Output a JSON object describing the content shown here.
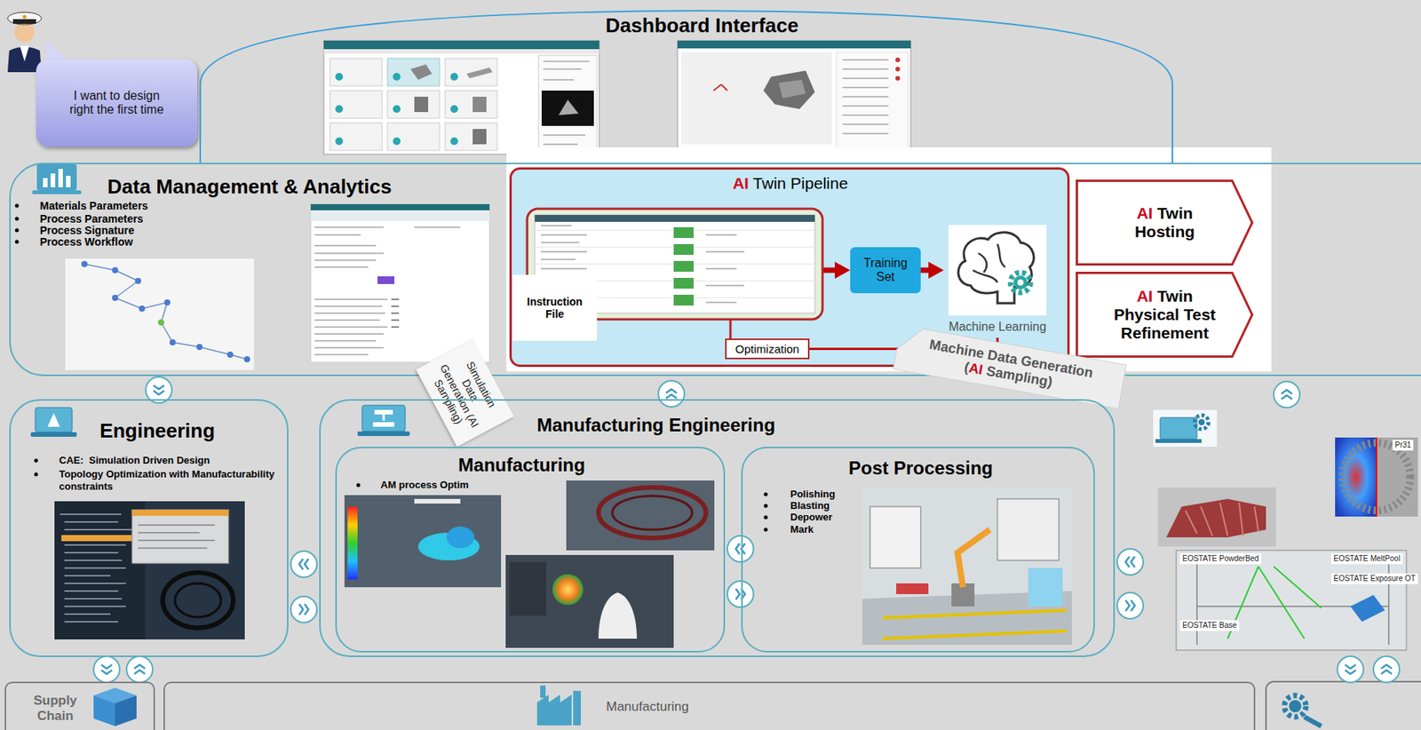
{
  "diagram": {
    "nodes": [
      {
        "text": [
          "I want to design right the first time"
        ]
      },
      {
        "text": [
          "Dashboard Interface"
        ]
      },
      {
        "text": [
          "Data Management & Analytics",
          "Materials Parameters",
          "Process Parameters",
          "Process Signature",
          "Process Workflow"
        ]
      },
      {
        "text": [
          "AI Twin Pipeline"
        ],
        "in": 2
      },
      {
        "text": [
          "Instruction File"
        ],
        "in": 3
      },
      {
        "text": [
          "Training Set"
        ],
        "in": 3
      },
      {
        "text": [
          "Machine Learning"
        ],
        "in": 3
      },
      {
        "text": [
          "Optimization"
        ],
        "in": 3
      },
      {
        "text": [
          "AI Twin Hosting"
        ],
        "in": 2
      },
      {
        "text": [
          "AI Twin Physical Test Refinement"
        ],
        "in": 2
      },
      {
        "text": [
          "Simulation Data Generation (AI Sampling)"
        ]
      },
      {
        "text": [
          "Machine Data Generation (AI Sampling)"
        ]
      },
      {
        "text": [
          "Engineering",
          "CAE:  Simulation Driven Design",
          "Topology Optimization with Manufacturability constraints"
        ]
      },
      {
        "text": [
          "Manufacturing Engineering"
        ]
      },
      {
        "text": [
          "Manufacturing",
          "AM process Optim"
        ],
        "in": 13
      },
      {
        "text": [
          "Post Processing",
          "Polishing",
          "Blasting",
          "Depower",
          "Mark"
        ],
        "in": 13
      },
      {
        "text": [
          "Supply Chain"
        ]
      },
      {
        "text": [
          "Manufacturing"
        ]
      }
    ],
    "edges": [
      {
        "from": 4,
        "to": 5,
        "arrow": "to"
      },
      {
        "from": 5,
        "to": 6,
        "arrow": "to"
      },
      {
        "from": 6,
        "to": 7,
        "arrow": "none"
      }
    ],
    "labels": [
      "EOSTATE PowderBed",
      "EOSTATE MeltPool",
      "EOSTATE Exposure OT",
      "EOSTATE Base",
      "Pr31"
    ]
  }
}
